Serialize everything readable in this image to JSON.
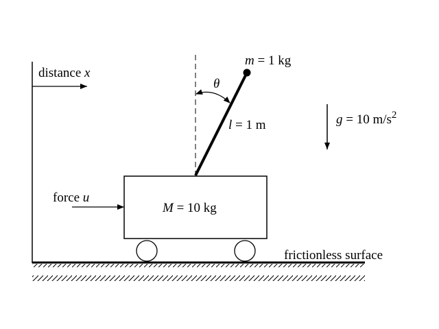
{
  "labels": {
    "distance": "distance",
    "distance_var": "x",
    "force": "force",
    "force_var": "u",
    "pendulum_mass_var": "m",
    "pendulum_mass_value": "= 1 kg",
    "angle_var": "θ",
    "length_var": "l",
    "length_value": "= 1 m",
    "gravity_var": "g",
    "gravity_value": "= 10 m/s",
    "gravity_exp": "2",
    "cart_mass_var": "M",
    "cart_mass_value": "= 10 kg",
    "surface": "frictionless surface"
  },
  "colors": {
    "ink": "#000000",
    "background": "#ffffff"
  }
}
